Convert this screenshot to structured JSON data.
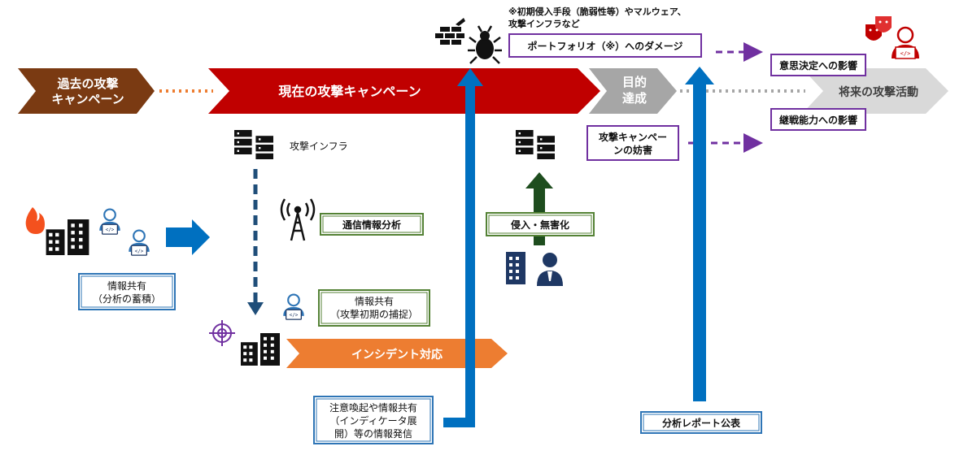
{
  "colors": {
    "past_arrow": "#7a3a12",
    "current_arrow": "#c00000",
    "goal_arrow": "#a6a6a6",
    "future_arrow": "#d0d0d0",
    "incident_arrow": "#ed7d31",
    "blue_arrow": "#0070c0",
    "green_arrow": "#1e4d1e",
    "purple": "#7030a0",
    "navy": "#1f3864"
  },
  "timeline": {
    "past": "過去の攻撃キャンペーン",
    "past_lines": [
      "過去の攻撃",
      "キャンペーン"
    ],
    "current": "現在の攻撃キャンペーン",
    "goal": "目的達成",
    "goal_lines": [
      "目的",
      "達成"
    ],
    "future": "将来の攻撃活動"
  },
  "labels": {
    "attack_infra": "攻撃インフラ",
    "comm_analysis": "通信情報分析",
    "info_share_capture": "情報共有（攻撃初期の捕捉）",
    "info_share_capture_lines": [
      "情報共有",
      "（攻撃初期の捕捉）"
    ],
    "info_share_accum": "情報共有（分析の蓄積）",
    "info_share_accum_lines": [
      "情報共有",
      "（分析の蓄積）"
    ],
    "incident_response": "インシデント対応",
    "alert_share": "注意喚起や情報共有（インディケータ展開）等の情報発信",
    "alert_share_lines": [
      "注意喚起や情報共有",
      "（インディケータ展",
      "開）等の情報発信"
    ],
    "intrusion": "侵入・無害化",
    "note": "※初期侵入手段（脆弱性等）やマルウェア、攻撃インフラなど",
    "note_lines": [
      "※初期侵入手段（脆弱性等）やマルウェア、",
      "攻撃インフラなど"
    ],
    "portfolio_damage": "ポートフォリオ（※）へのダメージ",
    "campaign_hinder": "攻撃キャンペーンの妨害",
    "campaign_hinder_lines": [
      "攻撃キャンペー",
      "ンの妨害"
    ],
    "decision_impact": "意思決定への影響",
    "continuity_impact": "継戦能力への影響",
    "report_publish": "分析レポート公表"
  },
  "icons": [
    "fire-icon",
    "building-icon",
    "analyst-icon",
    "server-icon",
    "radio-tower-icon",
    "target-icon",
    "firewall-icon",
    "bug-icon",
    "office-building-icon",
    "businessman-icon",
    "theater-masks-icon",
    "hacker-icon"
  ]
}
